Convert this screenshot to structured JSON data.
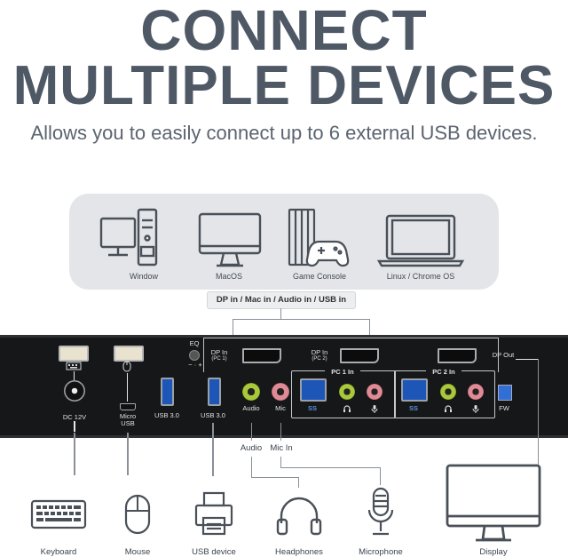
{
  "headline": {
    "line1": "CONNECT",
    "line2": "MULTIPLE DEVICES",
    "subtitle": "Allows you to easily connect up to 6 external USB devices."
  },
  "hosts": [
    {
      "label": "Window",
      "icon": "desktop-tower-icon"
    },
    {
      "label": "MacOS",
      "icon": "imac-icon"
    },
    {
      "label": "Game Console",
      "icon": "game-console-icon"
    },
    {
      "label": "Linux / Chrome OS",
      "icon": "laptop-icon"
    }
  ],
  "input_tag": "DP in / Mac in / Audio in / USB in",
  "device": {
    "eq": "EQ",
    "dp_in_1": "DP In",
    "dp_in_1_sub": "(PC 1)",
    "dp_in_2": "DP In",
    "dp_in_2_sub": "(PC 2)",
    "dp_out": "DP Out",
    "pc1_in": "PC 1 In",
    "pc2_in": "PC 2 In",
    "dc": "DC 12V",
    "micro_usb": "Micro\nUSB",
    "usb30_a": "USB 3.0",
    "usb30_b": "USB 3.0",
    "audio": "Audio",
    "mic": "Mic",
    "fw": "FW",
    "ss_logo": "SS"
  },
  "branch": {
    "audio": "Audio",
    "mic_in": "Mic In"
  },
  "peripherals": [
    {
      "label": "Keyboard",
      "icon": "keyboard-icon"
    },
    {
      "label": "Mouse",
      "icon": "mouse-icon"
    },
    {
      "label": "USB device",
      "icon": "printer-icon"
    },
    {
      "label": "Headphones",
      "icon": "headphones-icon"
    },
    {
      "label": "Microphone",
      "icon": "microphone-icon"
    },
    {
      "label": "Display",
      "icon": "monitor-icon"
    }
  ],
  "colors": {
    "headline": "#4f5966",
    "panel": "#e3e5e8",
    "device_body": "#161718",
    "usb_blue": "#1e56b8",
    "audio_green": "#a9c93a",
    "mic_pink": "#e08a95"
  }
}
